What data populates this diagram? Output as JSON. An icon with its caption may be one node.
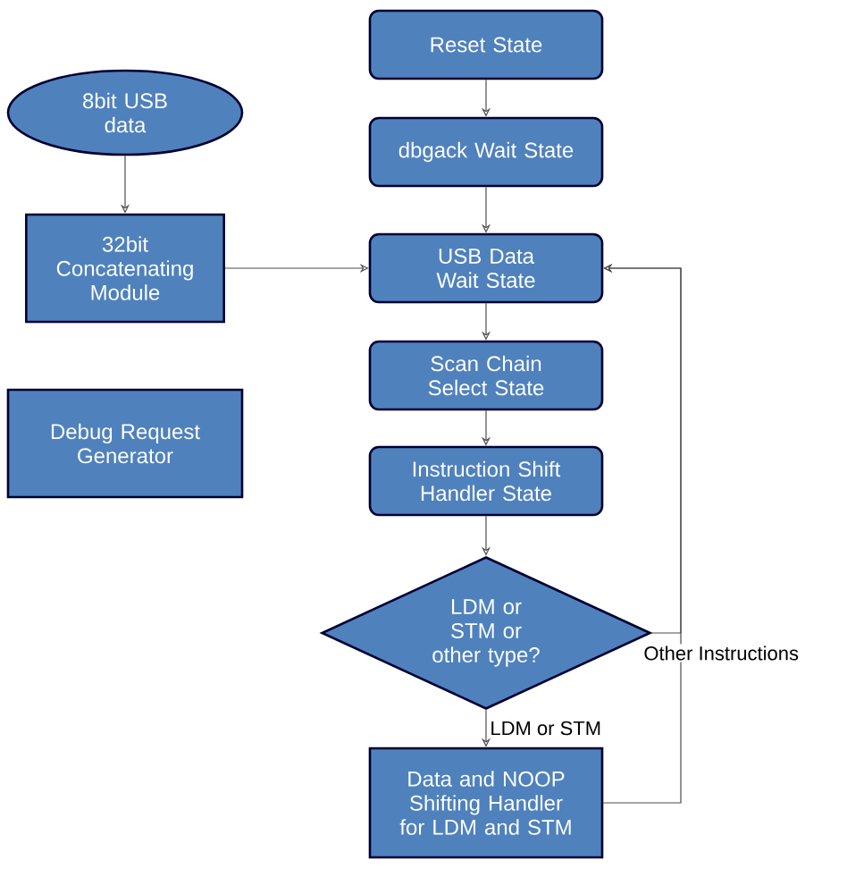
{
  "diagram": {
    "nodes": [
      {
        "text": [
          "Reset State"
        ]
      },
      {
        "text": [
          "dbgack Wait State"
        ]
      },
      {
        "text": [
          "USB Data Wait State"
        ]
      },
      {
        "text": [
          "Scan Chain Select State"
        ]
      },
      {
        "text": [
          "Instruction Shift Handler State"
        ]
      },
      {
        "text": [
          "LDM or STM or other type?"
        ]
      },
      {
        "text": [
          "Data and NOOP Shifting Handler for LDM and STM"
        ]
      },
      {
        "text": [
          "8bit USB data"
        ]
      },
      {
        "text": [
          "32bit Concatenating Module"
        ]
      },
      {
        "text": [
          "Debug Request Generator"
        ]
      }
    ],
    "edges": [
      {
        "from": 0,
        "to": 1,
        "arrow": "to"
      },
      {
        "from": 1,
        "to": 2,
        "arrow": "to"
      },
      {
        "from": 2,
        "to": 3,
        "arrow": "to"
      },
      {
        "from": 3,
        "to": 4,
        "arrow": "to"
      },
      {
        "from": 4,
        "to": 5,
        "arrow": "to"
      },
      {
        "from": 5,
        "to": 6,
        "arrow": "to",
        "label": "LDM or STM"
      },
      {
        "from": 5,
        "to": 2,
        "arrow": "to",
        "label": "Other Instructions"
      },
      {
        "from": 6,
        "to": 2,
        "arrow": "to"
      },
      {
        "from": 7,
        "to": 8,
        "arrow": "to"
      },
      {
        "from": 8,
        "to": 2,
        "arrow": "to"
      }
    ]
  }
}
